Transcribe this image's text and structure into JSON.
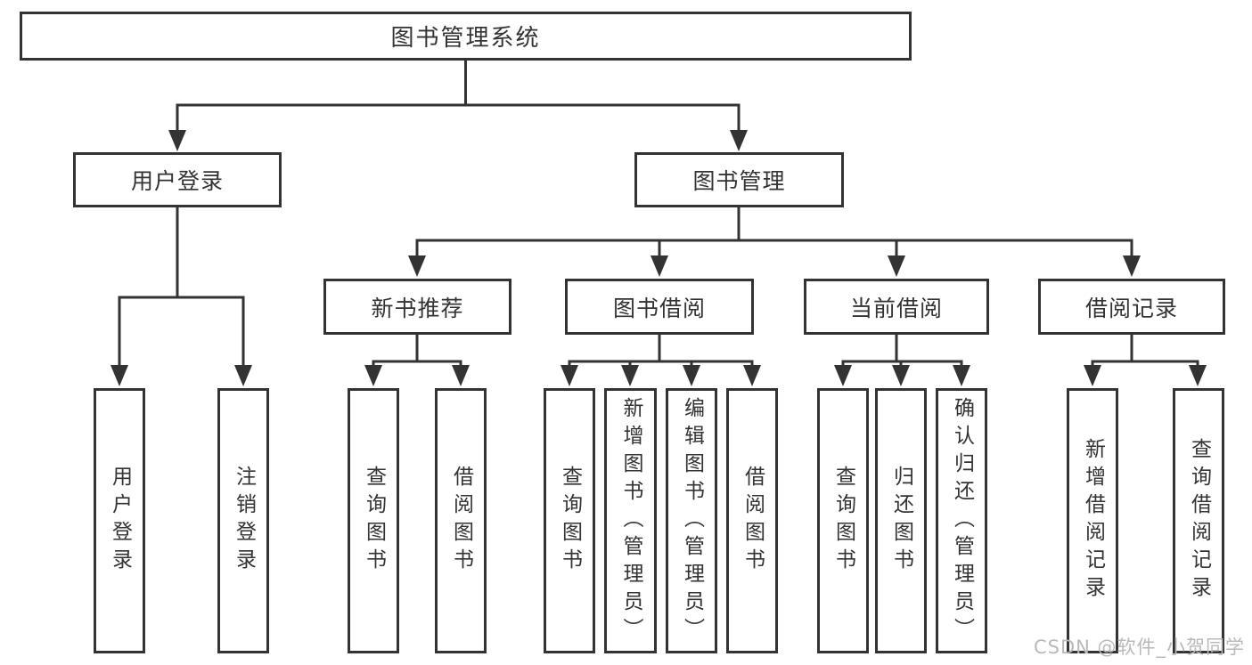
{
  "tree": {
    "label": "图书管理系统",
    "children": [
      {
        "label": "用户登录",
        "children": [
          {
            "label": "用户登录"
          },
          {
            "label": "注销登录"
          }
        ]
      },
      {
        "label": "图书管理",
        "children": [
          {
            "label": "新书推荐",
            "children": [
              {
                "label": "查询图书"
              },
              {
                "label": "借阅图书"
              }
            ]
          },
          {
            "label": "图书借阅",
            "children": [
              {
                "label": "查询图书"
              },
              {
                "label": "新增图书（管理员）"
              },
              {
                "label": "编辑图书（管理员）"
              },
              {
                "label": "借阅图书"
              }
            ]
          },
          {
            "label": "当前借阅",
            "children": [
              {
                "label": "查询图书"
              },
              {
                "label": "归还图书"
              },
              {
                "label": "确认归还（管理员）"
              }
            ]
          },
          {
            "label": "借阅记录",
            "children": [
              {
                "label": "新增借阅记录"
              },
              {
                "label": "查询借阅记录"
              }
            ]
          }
        ]
      }
    ]
  },
  "watermark": {
    "text": "CSDN @软件_小贺同学"
  },
  "colors": {
    "line": "#333333",
    "box_border": "#333333",
    "text": "#333333",
    "watermark": "#b9b9b9",
    "background": "#ffffff"
  }
}
